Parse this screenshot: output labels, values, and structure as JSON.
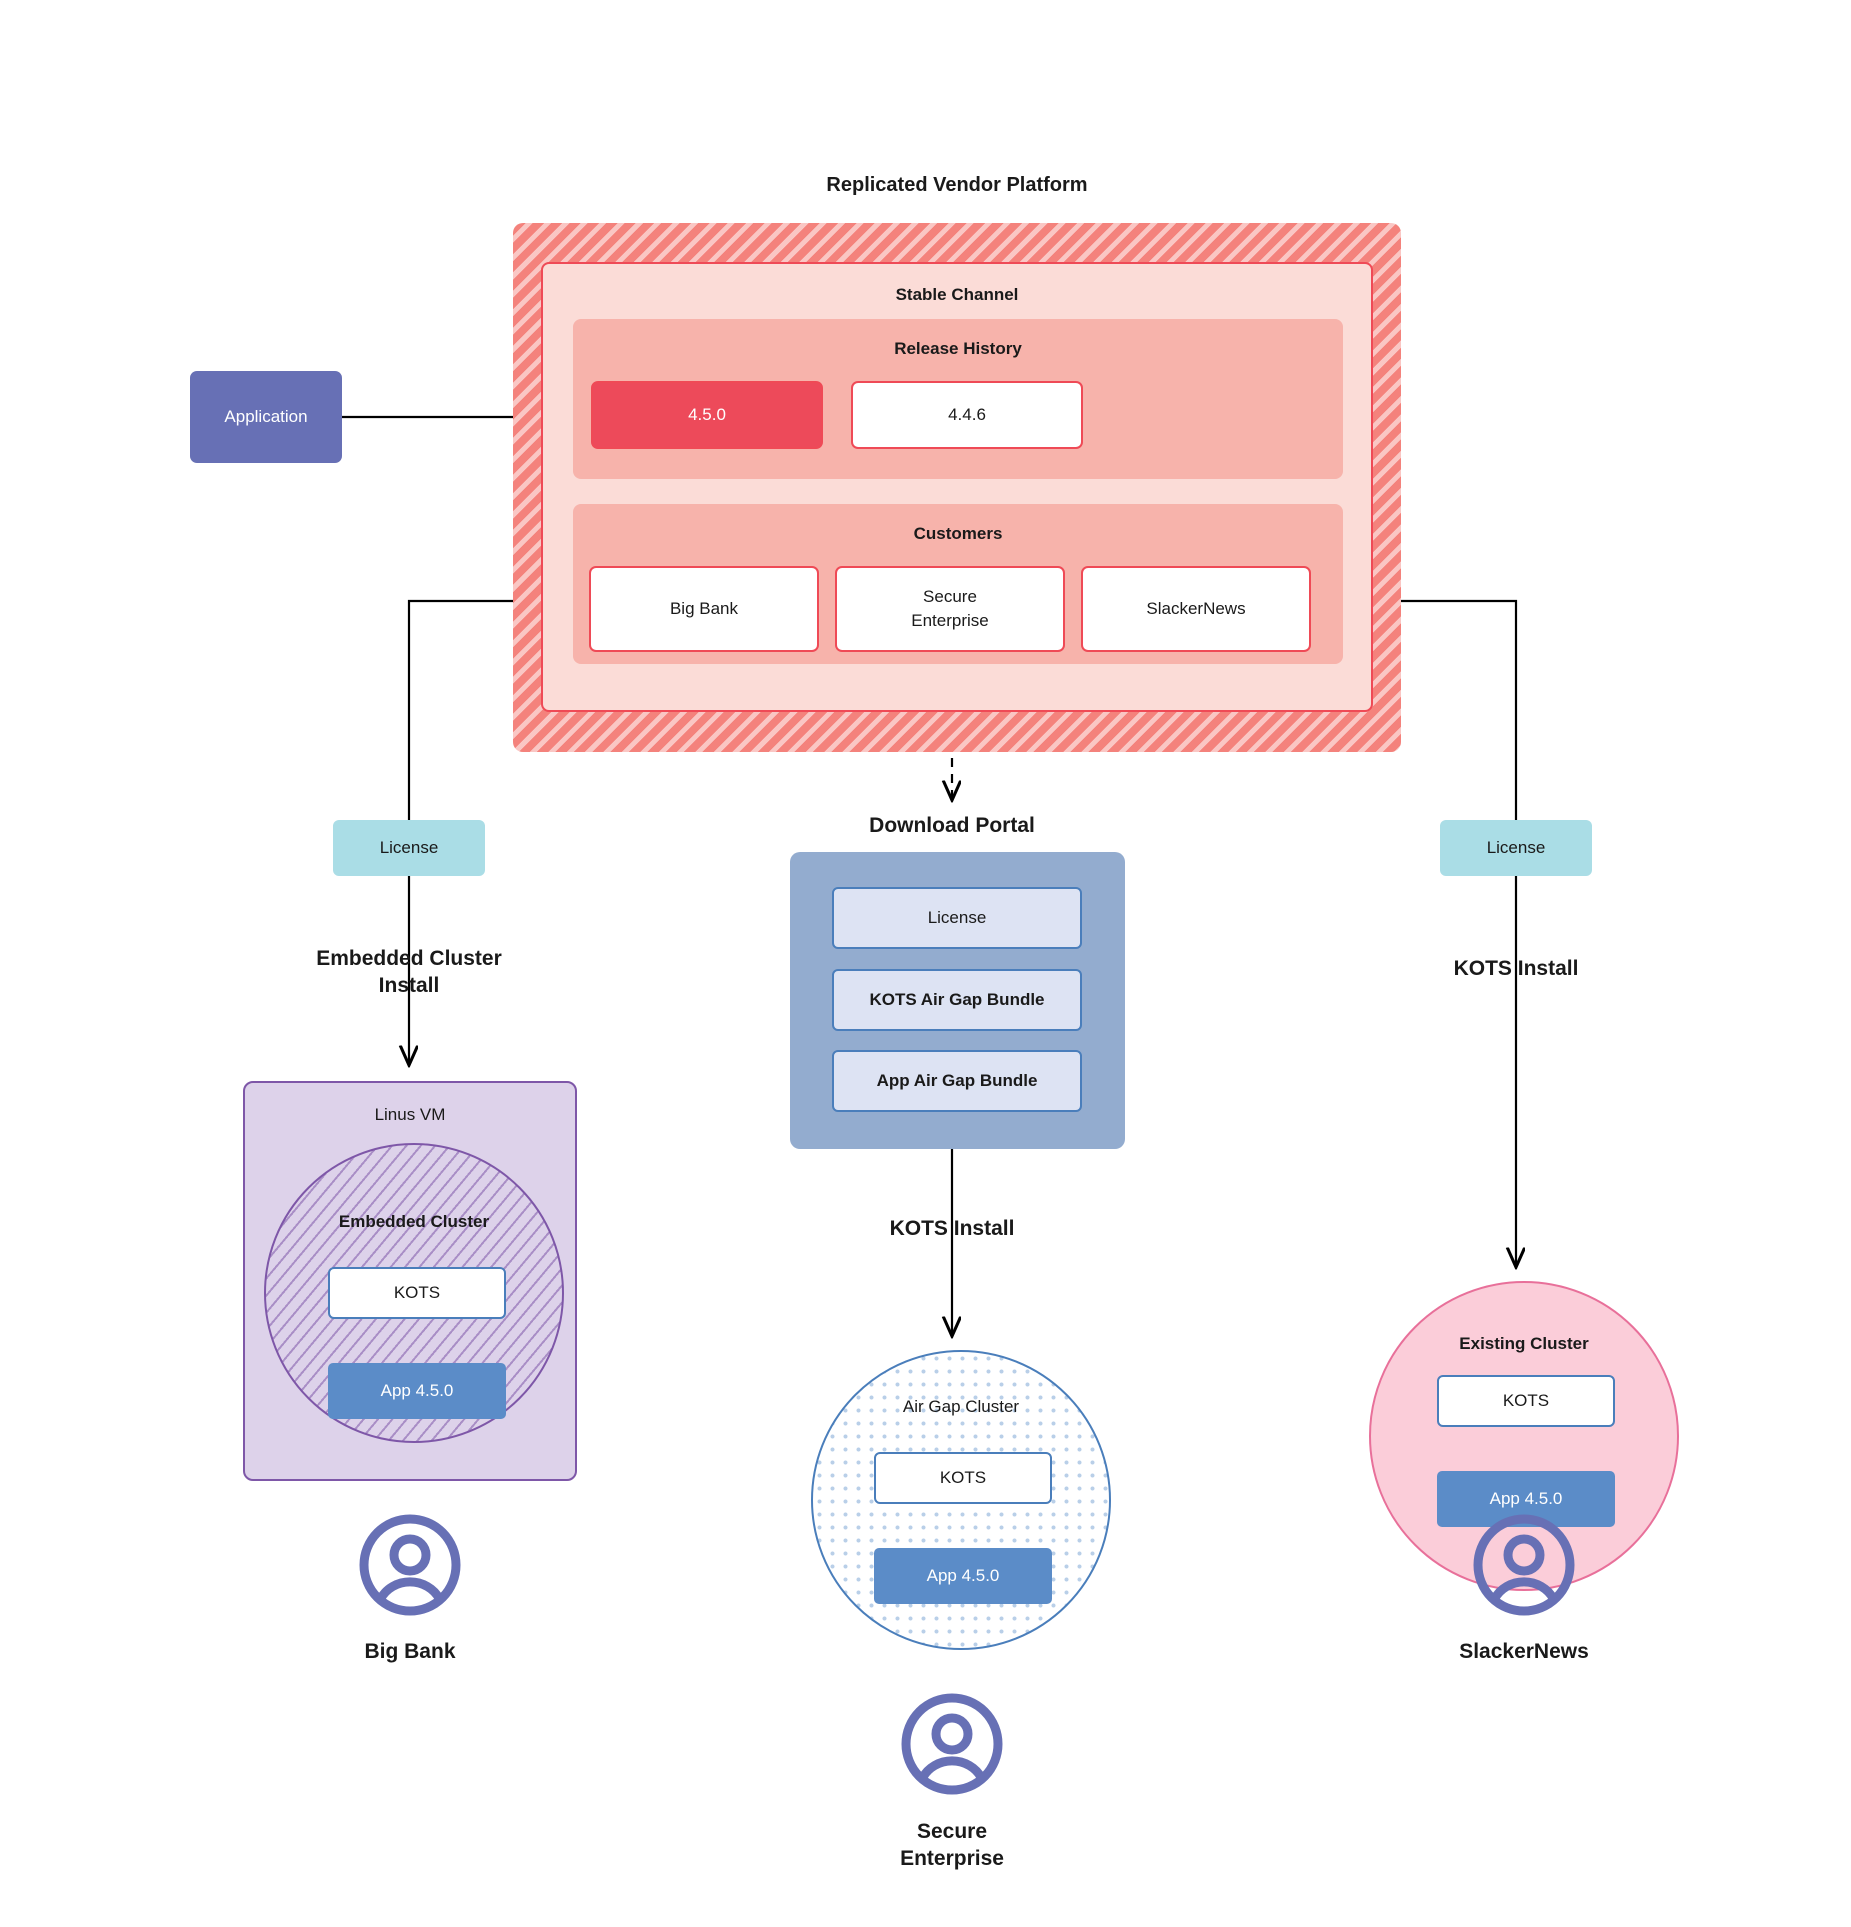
{
  "diagram": {
    "title": "Replicated Vendor Platform",
    "application": {
      "label": "Application"
    },
    "platform": {
      "channel_label": "Stable Channel",
      "release_history": {
        "label": "Release History",
        "releases": [
          {
            "version": "4.5.0",
            "state": "current"
          },
          {
            "version": "4.4.6",
            "state": "previous"
          }
        ]
      },
      "customers": {
        "label": "Customers",
        "items": [
          {
            "name": "Big Bank"
          },
          {
            "name": "Secure\nEnterprise"
          },
          {
            "name": "SlackerNews"
          }
        ]
      }
    },
    "branches": {
      "left": {
        "license_label": "License",
        "install_label": "Embedded Cluster\nInstall",
        "host_label": "Linus VM",
        "cluster_label": "Embedded Cluster",
        "kots_label": "KOTS",
        "app_label": "App 4.5.0",
        "persona_label": "Big Bank"
      },
      "middle": {
        "portal_title": "Download  Portal",
        "portal_items": [
          {
            "label": "License"
          },
          {
            "label": "KOTS Air Gap Bundle"
          },
          {
            "label": "App Air Gap Bundle"
          }
        ],
        "install_label": "KOTS Install",
        "cluster_label": "Air Gap Cluster",
        "kots_label": "KOTS",
        "app_label": "App 4.5.0",
        "persona_label": "Secure\nEnterprise"
      },
      "right": {
        "license_label": "License",
        "install_label": "KOTS Install",
        "cluster_label": "Existing Cluster",
        "kots_label": "KOTS",
        "app_label": "App 4.5.0",
        "persona_label": "SlackerNews"
      }
    },
    "icons": {
      "persona": "user-avatar-icon"
    },
    "colors": {
      "platform_hatch": "#f4827c",
      "channel_fill": "#fbdcd7",
      "panel_fill": "#f7b3ab",
      "release_current": "#ed4a5a",
      "release_border": "#ef4a56",
      "application_fill": "#6770b5",
      "license_fill": "#aadde6",
      "vm_fill": "#ddd2ea",
      "vm_border": "#7e57a8",
      "portal_fill": "#93accf",
      "portal_item_fill": "#dde3f3",
      "kots_border": "#4a7ebb",
      "app_fill": "#5b8cc8",
      "airgap_border": "#4a7ebb",
      "existing_fill": "#fbcdd9",
      "existing_border": "#e8709a",
      "persona_icon": "#6770b5"
    }
  }
}
